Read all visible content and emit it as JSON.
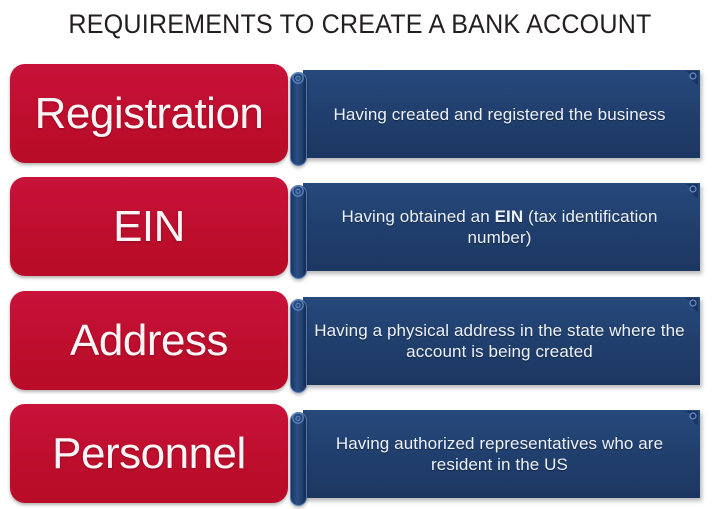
{
  "title": "REQUIREMENTS TO CREATE A BANK ACCOUNT",
  "colors": {
    "background": "#ffffff",
    "title_text": "#231f20",
    "chip_red": "#c20e32",
    "banner_navy": "#21406f",
    "banner_text": "#eef2fa",
    "roll_outline": "#4f79b4"
  },
  "rows": [
    {
      "label": "Registration",
      "description": "Having created and registered the business",
      "description_prefix": "Having created and registered the",
      "description_emphasis": "",
      "description_suffix": " business"
    },
    {
      "label": "EIN",
      "description": "Having obtained an EIN (tax identification number)",
      "description_prefix": "Having obtained an ",
      "description_emphasis": "EIN",
      "description_suffix": " (tax identification number)"
    },
    {
      "label": "Address",
      "description": "Having a physical address in the state where the account is being created",
      "description_prefix": "Having a physical address in the state where the account is being created",
      "description_emphasis": "",
      "description_suffix": ""
    },
    {
      "label": "Personnel",
      "description": "Having authorized representatives who are resident in the US",
      "description_prefix": "Having authorized representatives who are resident in the US",
      "description_emphasis": "",
      "description_suffix": ""
    }
  ],
  "icons": {
    "scroll_roll_left": "scroll-roll-icon",
    "scroll_curl_left": "scroll-curl-icon",
    "scroll_curl_right": "scroll-curl-icon"
  }
}
